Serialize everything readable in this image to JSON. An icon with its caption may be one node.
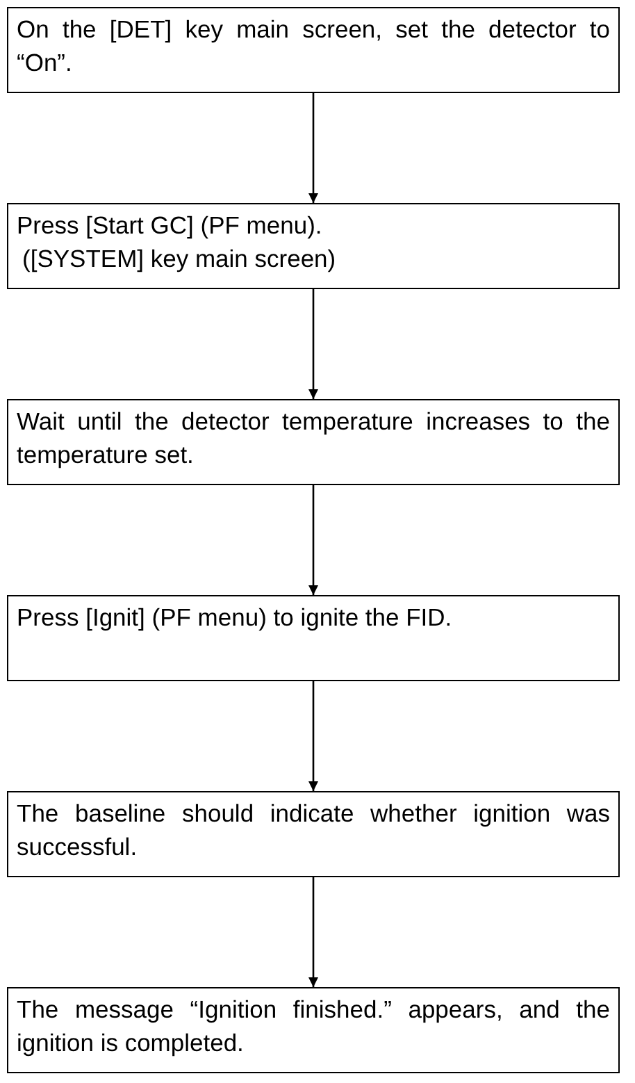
{
  "diagram": {
    "nodes": [
      {
        "text": [
          "On the [DET] key main screen, set the detector to “On”."
        ]
      },
      {
        "text": [
          "Press [Start GC] (PF menu).",
          "([SYSTEM] key main screen)"
        ]
      },
      {
        "text": [
          "Wait until the detector temperature increases to the temperature set."
        ]
      },
      {
        "text": [
          "Press [Ignit] (PF menu) to ignite the FID."
        ]
      },
      {
        "text": [
          "The baseline should indicate whether ignition was successful."
        ]
      },
      {
        "text": [
          "The message “Ignition finished.” appears, and the ignition is completed."
        ]
      }
    ],
    "edges": [
      {
        "from": 0,
        "to": 1,
        "arrow": "to"
      },
      {
        "from": 1,
        "to": 2,
        "arrow": "to"
      },
      {
        "from": 2,
        "to": 3,
        "arrow": "to"
      },
      {
        "from": 3,
        "to": 4,
        "arrow": "to"
      },
      {
        "from": 4,
        "to": 5,
        "arrow": "to"
      }
    ]
  }
}
